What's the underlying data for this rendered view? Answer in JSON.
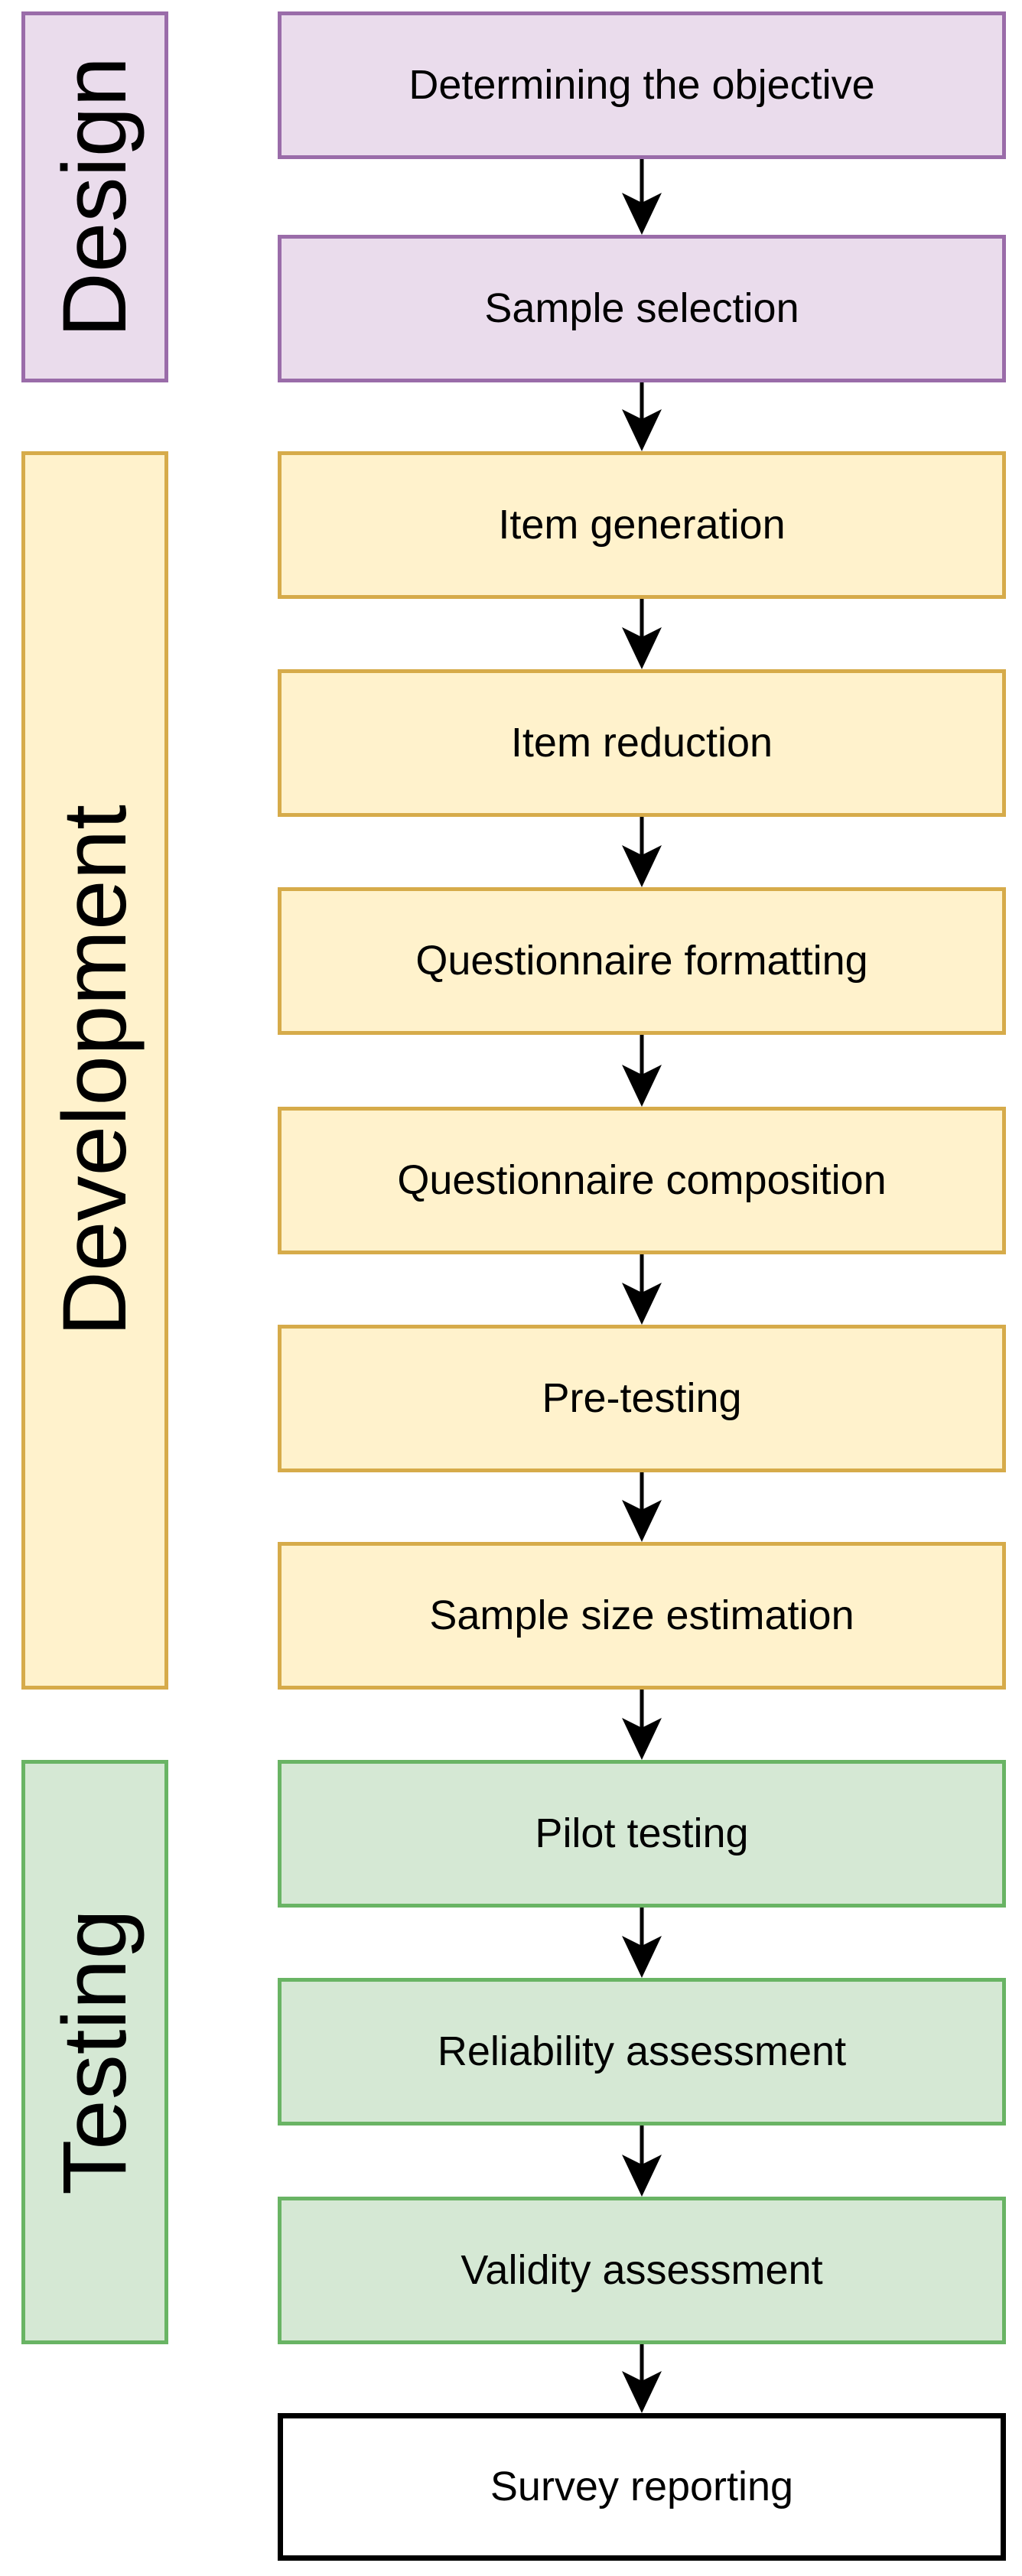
{
  "diagram": {
    "type": "flowchart",
    "orientation": "vertical",
    "background": "#ffffff",
    "arrow_color": "#000000",
    "text_color": "#000000",
    "sections": [
      {
        "label": "Design",
        "fill": "#EADCEC",
        "stroke": "#9A6CA9",
        "steps": [
          "Determining the objective",
          "Sample selection"
        ]
      },
      {
        "label": "Development",
        "fill": "#FFF2CC",
        "stroke": "#D6AB4A",
        "steps": [
          "Item generation",
          "Item reduction",
          "Questionnaire formatting",
          "Questionnaire composition",
          "Pre-testing",
          "Sample size estimation"
        ]
      },
      {
        "label": "Testing",
        "fill": "#D5E8D4",
        "stroke": "#69B464",
        "steps": [
          "Pilot testing",
          "Reliability assessment",
          "Validity assessment"
        ]
      }
    ],
    "final_step": {
      "label": "Survey reporting",
      "fill": "#FFFFFF",
      "stroke": "#000000"
    }
  }
}
